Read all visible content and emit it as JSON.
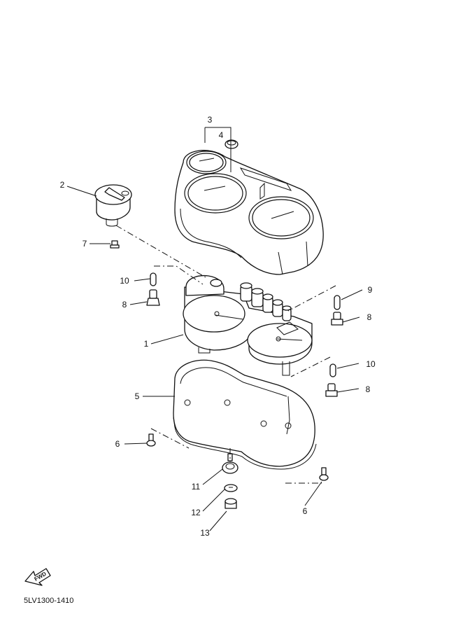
{
  "diagram": {
    "callouts": [
      {
        "id": "c3",
        "label": "3"
      },
      {
        "id": "c4",
        "label": "4"
      },
      {
        "id": "c2",
        "label": "2"
      },
      {
        "id": "c7",
        "label": "7"
      },
      {
        "id": "c10a",
        "label": "10"
      },
      {
        "id": "c8a",
        "label": "8"
      },
      {
        "id": "c1",
        "label": "1"
      },
      {
        "id": "c9",
        "label": "9"
      },
      {
        "id": "c8b",
        "label": "8"
      },
      {
        "id": "c10b",
        "label": "10"
      },
      {
        "id": "c5",
        "label": "5"
      },
      {
        "id": "c8c",
        "label": "8"
      },
      {
        "id": "c6a",
        "label": "6"
      },
      {
        "id": "c11",
        "label": "11"
      },
      {
        "id": "c6b",
        "label": "6"
      },
      {
        "id": "c12",
        "label": "12"
      },
      {
        "id": "c13",
        "label": "13"
      }
    ],
    "forward_arrow_label": "FWD",
    "drawing_code": "5LV1300-1410"
  }
}
